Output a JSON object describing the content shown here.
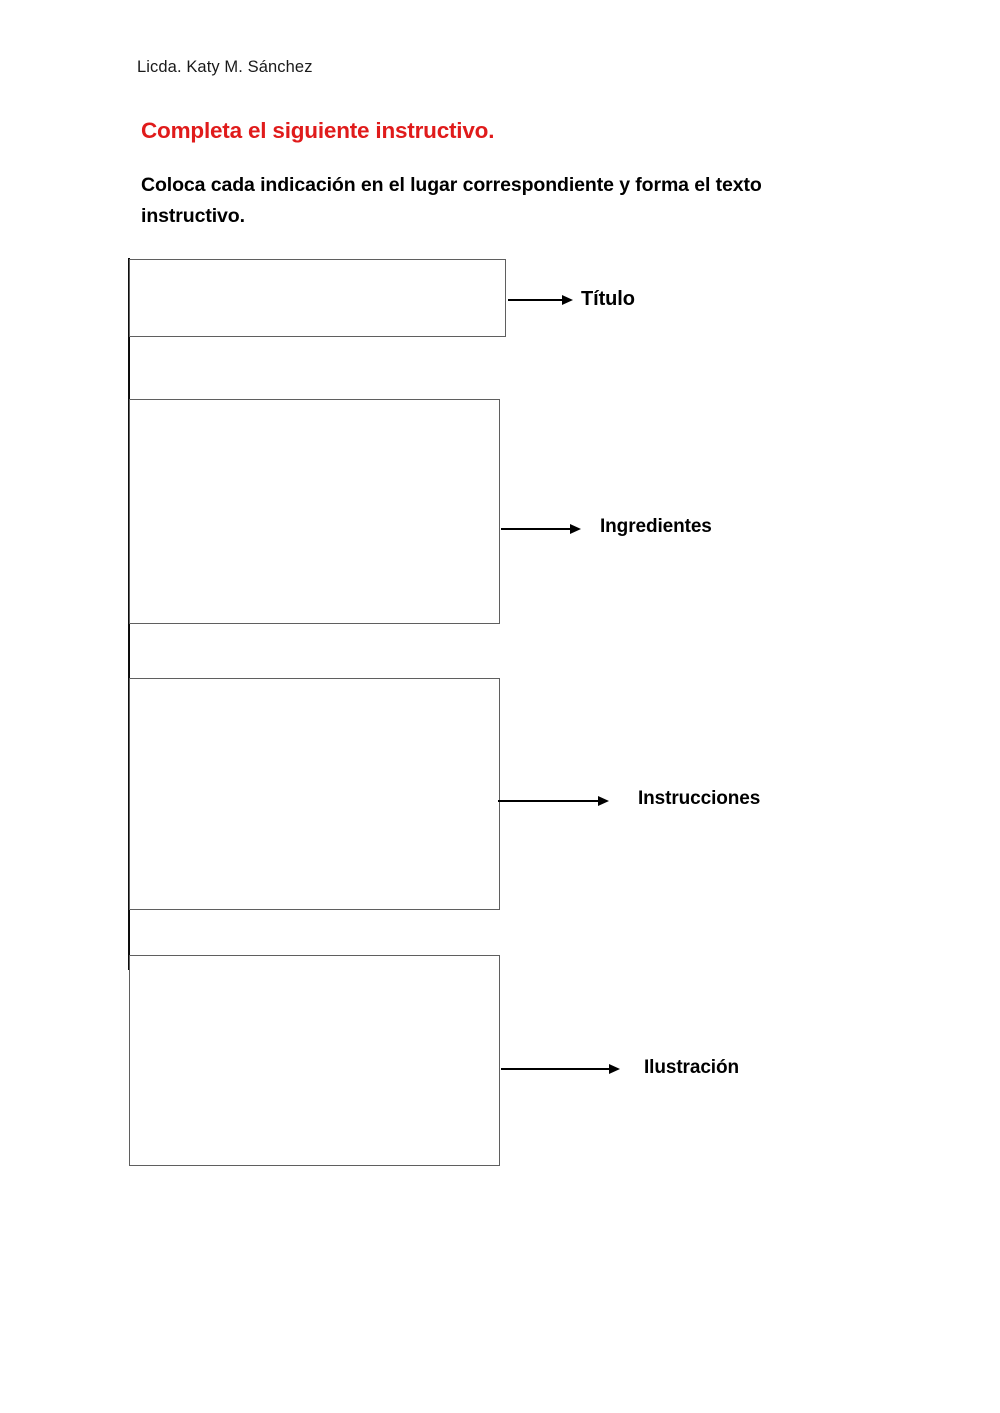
{
  "document": {
    "author_line": "Licda. Katy M. Sánchez",
    "heading": "Completa el siguiente instructivo.",
    "heading_color": "#E01B1B",
    "instruction": "Coloca cada indicación en el lugar correspondiente y forma el texto instructivo."
  },
  "diagram": {
    "type": "worksheet-fill-in-boxes",
    "box_count": 4,
    "boxes": [
      {
        "id": "titulo",
        "label": "Título",
        "content": "",
        "arrow": "right-arrow-icon"
      },
      {
        "id": "ingredientes",
        "label": "Ingredientes",
        "content": "",
        "arrow": "right-arrow-icon"
      },
      {
        "id": "instrucciones",
        "label": "Instrucciones",
        "content": "",
        "arrow": "right-arrow-icon"
      },
      {
        "id": "ilustracion",
        "label": "Ilustración",
        "content": "",
        "arrow": "right-arrow-icon"
      }
    ],
    "box_border_color": "#5F5F5F",
    "spine_color": "#0D0D0D",
    "arrow_color": "#000000"
  }
}
